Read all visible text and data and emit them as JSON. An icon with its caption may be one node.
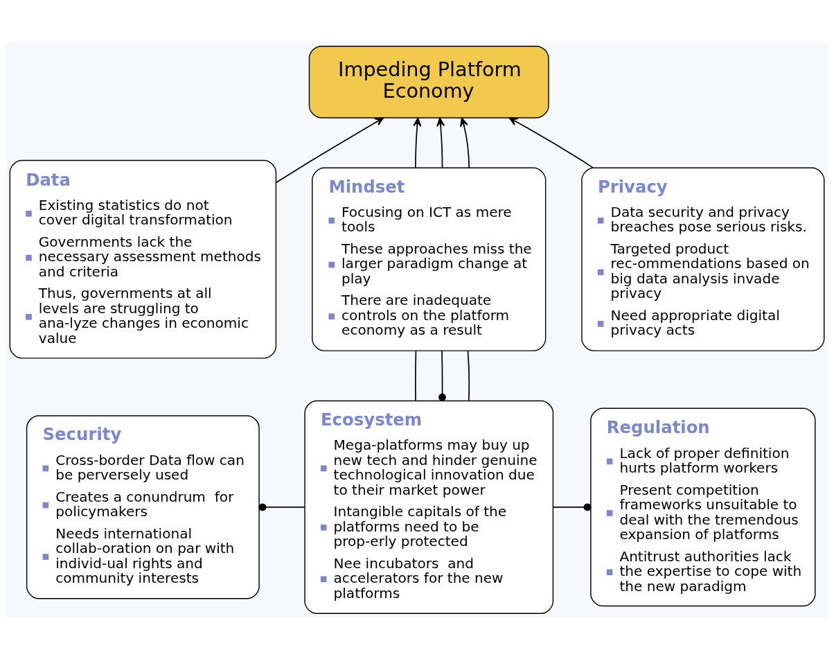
{
  "diagram": {
    "nodes": [
      {
        "text": [
          "Impeding Platform Economy"
        ]
      },
      {
        "text": [
          "Data",
          "Existing statistics do not cover digital transformation",
          "Governments lack the necessary assessment methods and criteria",
          "Thus, governments at all levels are struggling to ana-lyze changes in economic value"
        ]
      },
      {
        "text": [
          "Mindset",
          "Focusing on ICT as mere tools",
          "These approaches miss the larger paradigm change at play",
          "There are inadequate controls on the platform economy as a result"
        ]
      },
      {
        "text": [
          "Privacy",
          "Data security and privacy breaches pose serious risks.",
          "Targeted product rec-ommendations based on big data analysis invade privacy",
          "Need appropriate digital privacy acts"
        ]
      },
      {
        "text": [
          "Security",
          "Cross-border Data flow can be perversely used",
          "Creates a conundrum  for policymakers",
          "Needs international collab-oration on par with individ-ual rights and community interests"
        ]
      },
      {
        "text": [
          "Ecosystem",
          "Mega-platforms may buy up new tech and hinder genuine technological innovation due to their market power",
          "Intangible capitals of the platforms need to be prop-erly protected",
          "Nee incubators  and accelerators for the new platforms"
        ]
      },
      {
        "text": [
          "Regulation",
          "Lack of proper definition hurts platform workers",
          "Present competition frameworks unsuitable to deal with the tremendous expansion of platforms",
          "Antitrust authorities lack the expertise to cope with the new paradigm"
        ]
      }
    ],
    "edges": [
      {
        "from": 1,
        "to": 0,
        "arrow": "to"
      },
      {
        "from": 3,
        "to": 0,
        "arrow": "to"
      },
      {
        "from": 2,
        "to": 0,
        "arrow": "to"
      },
      {
        "from": 2,
        "to": 0,
        "arrow": "to"
      },
      {
        "from": 2,
        "to": 0,
        "arrow": "to"
      },
      {
        "from": 5,
        "to": 2,
        "arrow": "none"
      },
      {
        "from": 5,
        "to": 2,
        "arrow": "other"
      },
      {
        "from": 5,
        "to": 2,
        "arrow": "none"
      },
      {
        "from": 4,
        "to": 5,
        "arrow": "other"
      },
      {
        "from": 6,
        "to": 5,
        "arrow": "other"
      }
    ]
  }
}
